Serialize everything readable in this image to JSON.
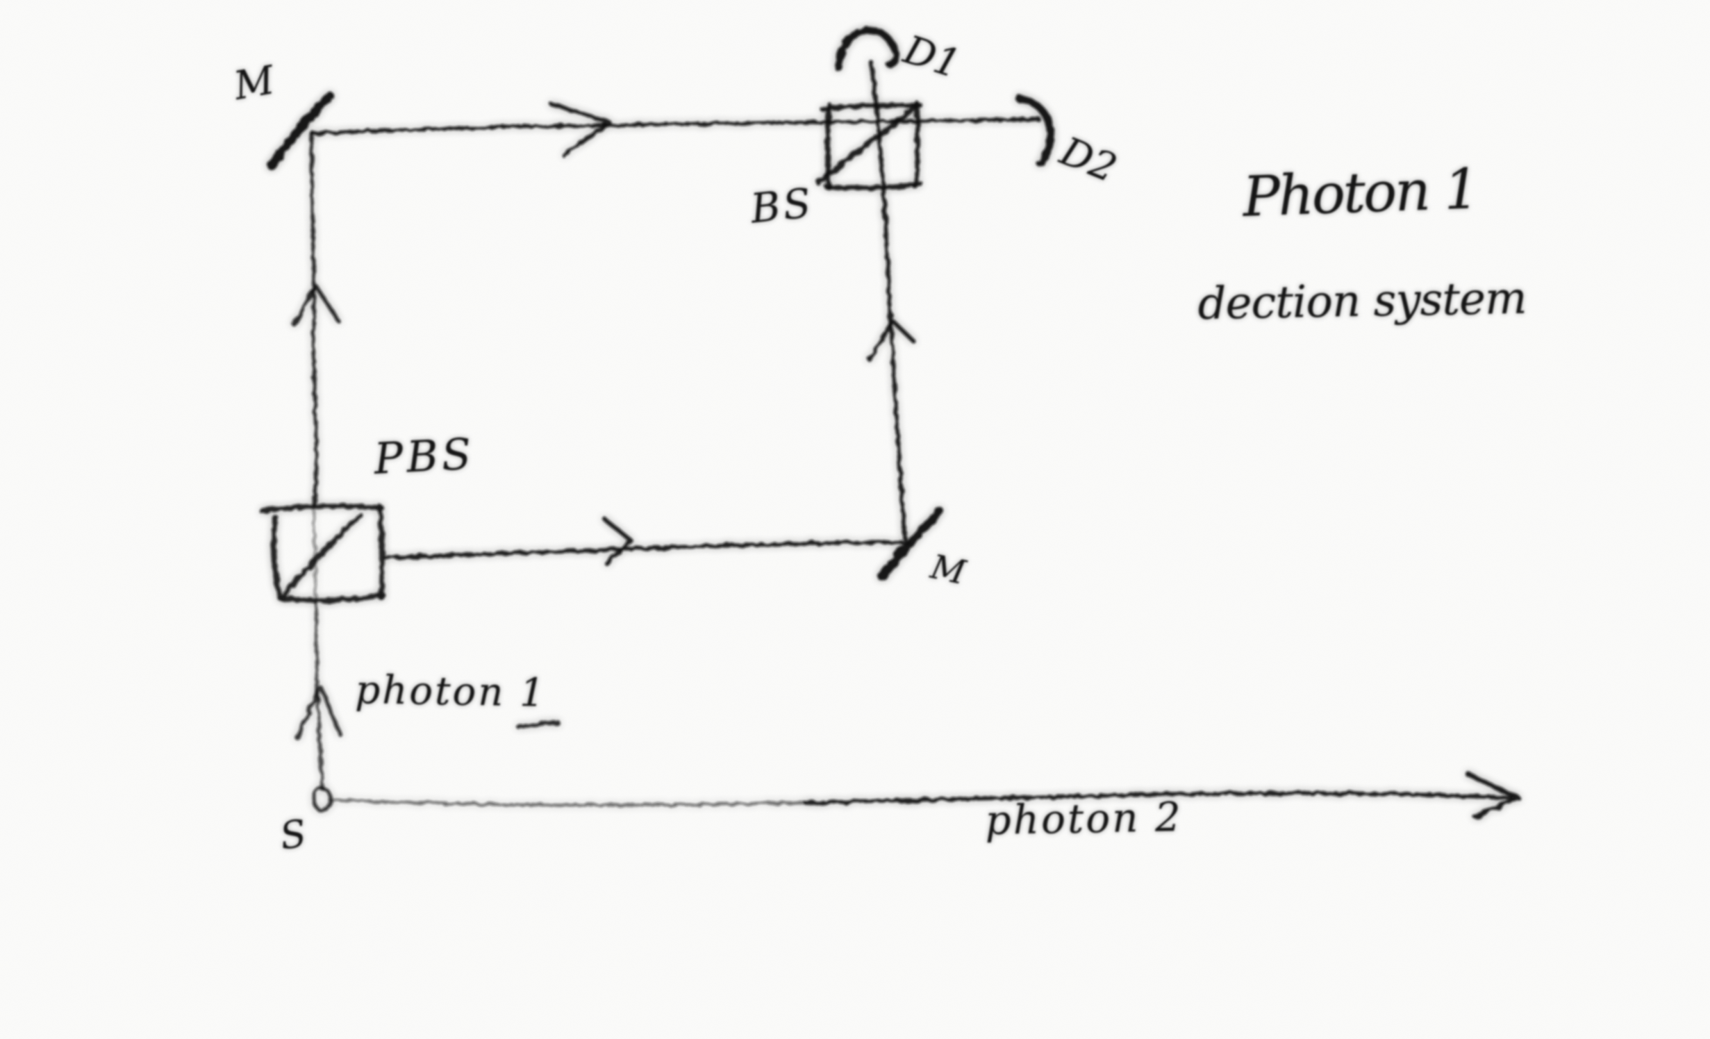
{
  "canvas": {
    "paper_color": "#fbfbfa",
    "ink_color": "#121212"
  },
  "diagram": {
    "source": {
      "label": "S"
    },
    "photon1_beam": {
      "label": "photon 1"
    },
    "photon2_beam": {
      "label": "photon 2"
    },
    "pbs": {
      "label": "PBS"
    },
    "bs": {
      "label": "BS"
    },
    "mirror_top": {
      "label": "M"
    },
    "mirror_bottom": {
      "label": "M"
    },
    "detector1": {
      "label": "D1"
    },
    "detector2": {
      "label": "D2"
    },
    "caption": {
      "line1": "Photon 1",
      "line2": "dection system"
    }
  }
}
